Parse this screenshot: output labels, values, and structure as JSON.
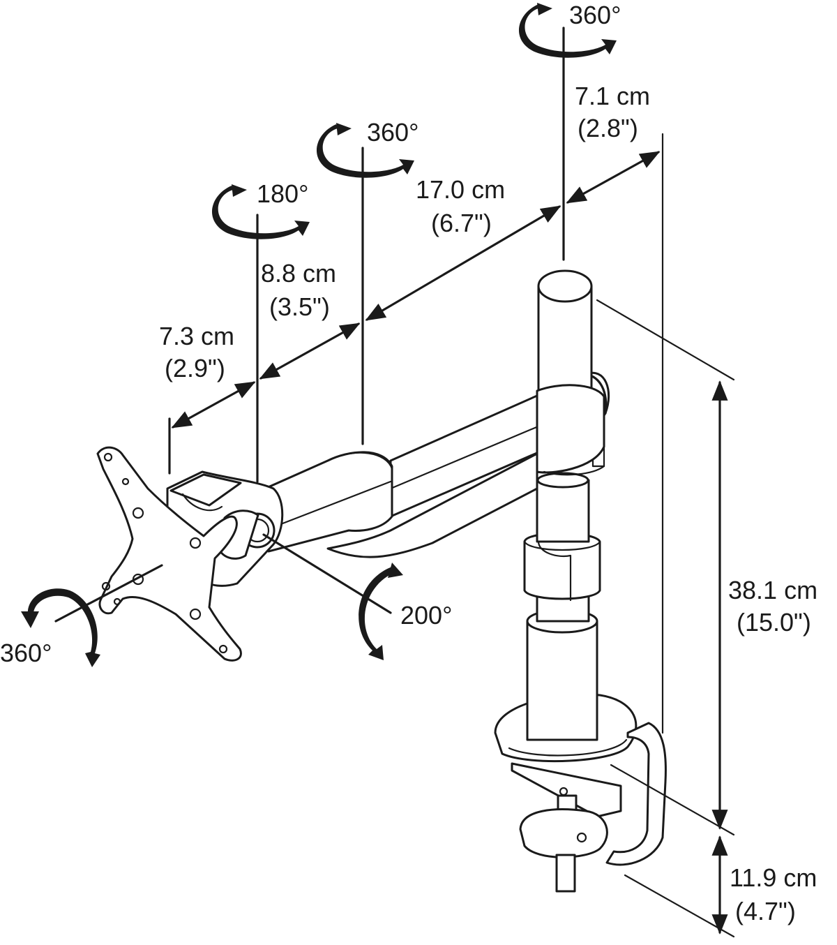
{
  "rotations": {
    "pole_top": "360°",
    "middle_pivot": "360°",
    "arm_end": "180°",
    "tilt": "200°",
    "plate": "360°"
  },
  "dimensions": {
    "pole_offset": {
      "metric": "7.1 cm",
      "imperial": "(2.8\")"
    },
    "long_arm": {
      "metric": "17.0 cm",
      "imperial": "(6.7\")"
    },
    "short_arm": {
      "metric": "8.8 cm",
      "imperial": "(3.5\")"
    },
    "tilt_head": {
      "metric": "7.3 cm",
      "imperial": "(2.9\")"
    },
    "pole_height": {
      "metric": "38.1 cm",
      "imperial": "(15.0\")"
    },
    "clamp_height": {
      "metric": "11.9 cm",
      "imperial": "(4.7\")"
    }
  }
}
